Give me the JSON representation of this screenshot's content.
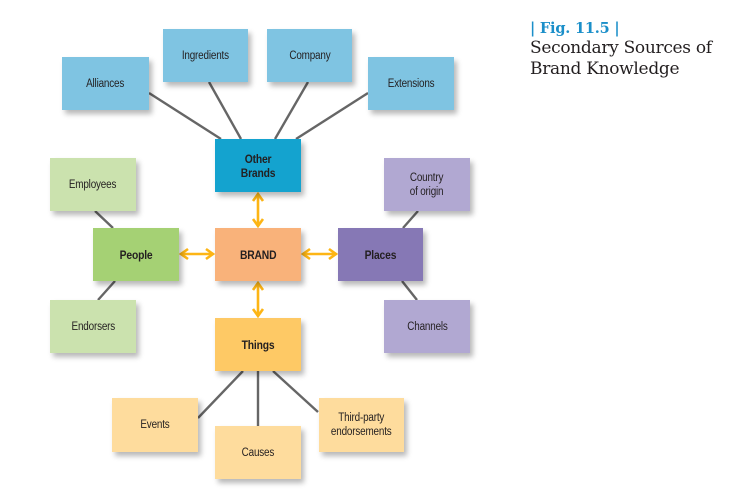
{
  "figure": {
    "label": "| Fig. 11.5 |",
    "title_line1": "Secondary Sources of",
    "title_line2": "Brand Knowledge"
  },
  "colors": {
    "other_brands_group": "#7fc4e2",
    "other_brands_hub": "#14a3cf",
    "people_group": "#cbe2ae",
    "people_hub": "#a5d174",
    "places_group": "#b1a8d2",
    "places_hub": "#8678b5",
    "things_group": "#fedc9d",
    "things_hub": "#fec965",
    "brand": "#f9b27a",
    "connector": "#666666",
    "arrow": "#fdb515"
  },
  "nodes": [
    {
      "id": "brand",
      "label": "BRAND",
      "group": "brand",
      "bold": true
    },
    {
      "id": "other-brands",
      "label": "Other\nBrands",
      "group": "other_brands_hub",
      "bold": true
    },
    {
      "id": "people",
      "label": "People",
      "group": "people_hub",
      "bold": true
    },
    {
      "id": "places",
      "label": "Places",
      "group": "places_hub",
      "bold": true
    },
    {
      "id": "things",
      "label": "Things",
      "group": "things_hub",
      "bold": true
    },
    {
      "id": "alliances",
      "label": "Alliances",
      "group": "other_brands_group",
      "parent": "other-brands"
    },
    {
      "id": "ingredients",
      "label": "Ingredients",
      "group": "other_brands_group",
      "parent": "other-brands"
    },
    {
      "id": "company",
      "label": "Company",
      "group": "other_brands_group",
      "parent": "other-brands"
    },
    {
      "id": "extensions",
      "label": "Extensions",
      "group": "other_brands_group",
      "parent": "other-brands"
    },
    {
      "id": "employees",
      "label": "Employees",
      "group": "people_group",
      "parent": "people"
    },
    {
      "id": "endorsers",
      "label": "Endorsers",
      "group": "people_group",
      "parent": "people"
    },
    {
      "id": "country-of-origin",
      "label": "Country\nof origin",
      "group": "places_group",
      "parent": "places"
    },
    {
      "id": "channels",
      "label": "Channels",
      "group": "places_group",
      "parent": "places"
    },
    {
      "id": "events",
      "label": "Events",
      "group": "things_group",
      "parent": "things"
    },
    {
      "id": "causes",
      "label": "Causes",
      "group": "things_group",
      "parent": "things"
    },
    {
      "id": "third-party-endorsements",
      "label": "Third-party\nendorsements",
      "group": "things_group",
      "parent": "things"
    }
  ],
  "edges": [
    {
      "from": "brand",
      "to": "other-brands",
      "type": "double-arrow"
    },
    {
      "from": "brand",
      "to": "people",
      "type": "double-arrow"
    },
    {
      "from": "brand",
      "to": "places",
      "type": "double-arrow"
    },
    {
      "from": "brand",
      "to": "things",
      "type": "double-arrow"
    },
    {
      "from": "other-brands",
      "to": "alliances",
      "type": "line"
    },
    {
      "from": "other-brands",
      "to": "ingredients",
      "type": "line"
    },
    {
      "from": "other-brands",
      "to": "company",
      "type": "line"
    },
    {
      "from": "other-brands",
      "to": "extensions",
      "type": "line"
    },
    {
      "from": "people",
      "to": "employees",
      "type": "line"
    },
    {
      "from": "people",
      "to": "endorsers",
      "type": "line"
    },
    {
      "from": "places",
      "to": "country-of-origin",
      "type": "line"
    },
    {
      "from": "places",
      "to": "channels",
      "type": "line"
    },
    {
      "from": "things",
      "to": "events",
      "type": "line"
    },
    {
      "from": "things",
      "to": "causes",
      "type": "line"
    },
    {
      "from": "things",
      "to": "third-party-endorsements",
      "type": "line"
    }
  ]
}
